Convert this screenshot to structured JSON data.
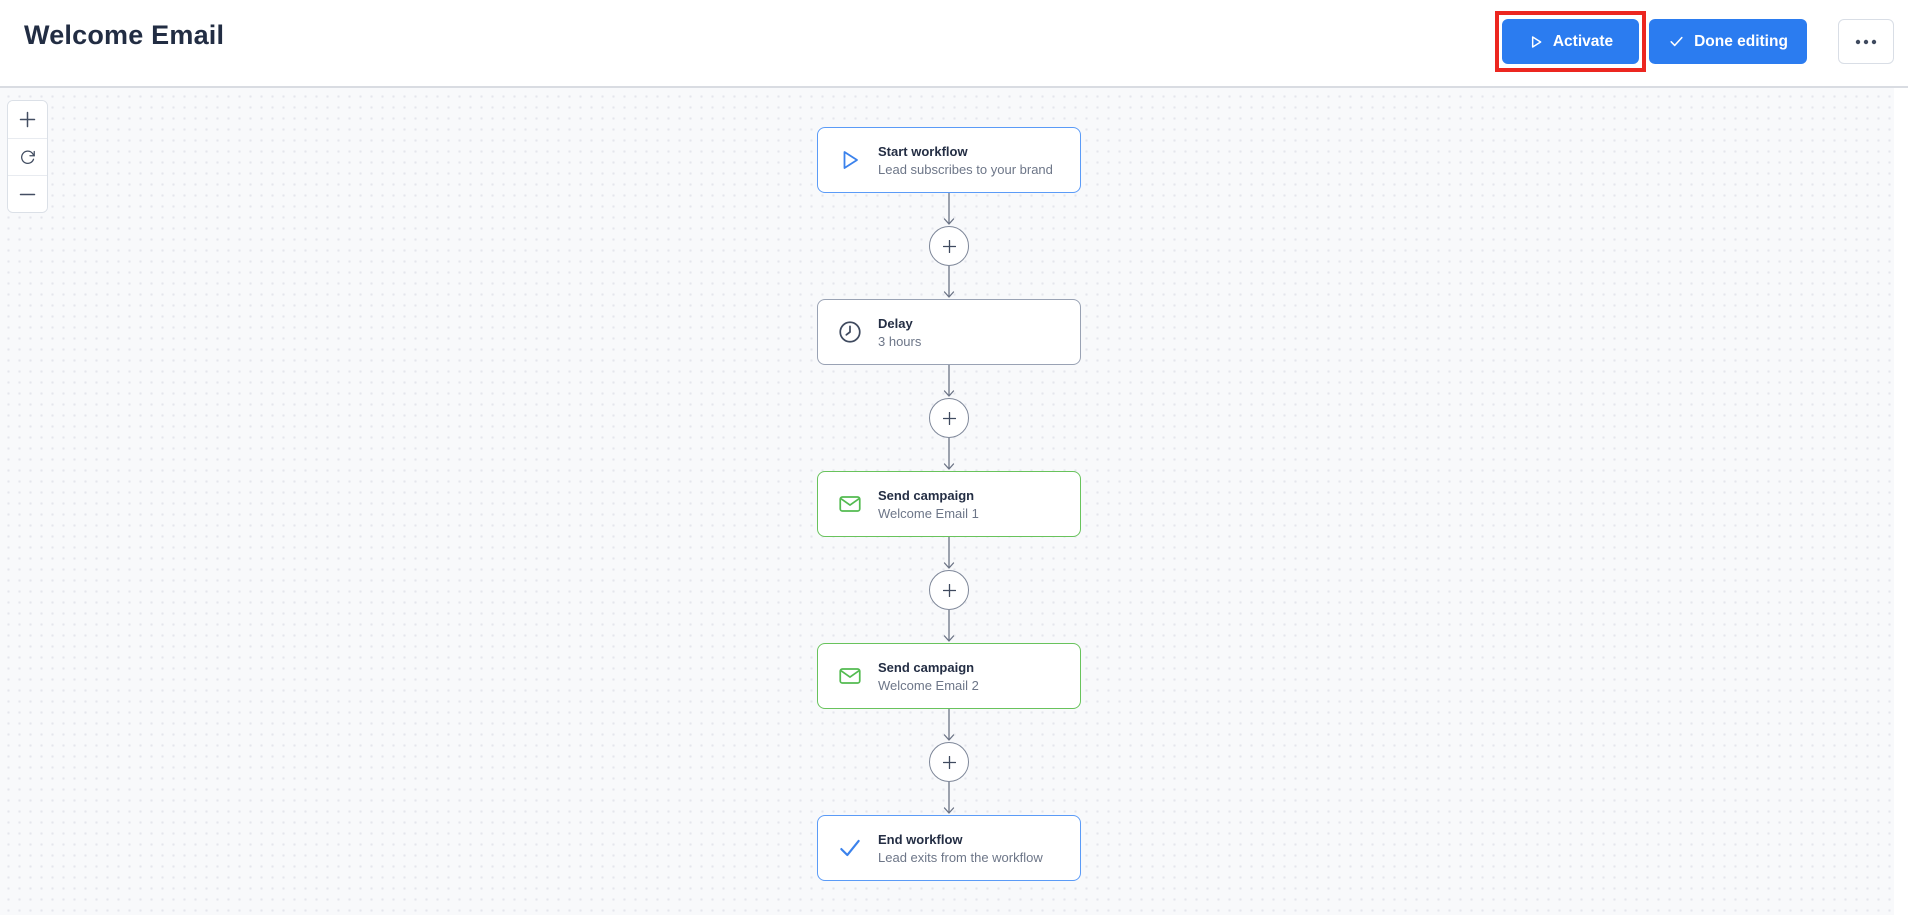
{
  "header": {
    "title": "Welcome Email",
    "buttons": {
      "activate": {
        "label": "Activate",
        "icon": "play-icon"
      },
      "done_editing": {
        "label": "Done editing",
        "icon": "check-icon"
      },
      "more": {
        "icon": "ellipsis-icon"
      }
    }
  },
  "annotation": {
    "shape": "rectangle",
    "color": "#ec2620",
    "highlights": "activate-button"
  },
  "canvas": {
    "zoom_controls": [
      {
        "name": "zoom-in",
        "icon": "plus-icon"
      },
      {
        "name": "reset-view",
        "icon": "rotate-cw-icon"
      },
      {
        "name": "zoom-out",
        "icon": "minus-icon"
      }
    ]
  },
  "workflow": {
    "nodes": [
      {
        "id": "start",
        "icon": "play-icon",
        "accent": "blue",
        "label": "Start workflow",
        "subtitle": "Lead subscribes to your brand"
      },
      {
        "id": "delay",
        "icon": "clock-icon",
        "accent": "gray",
        "label": "Delay",
        "subtitle": "3 hours"
      },
      {
        "id": "campaign1",
        "icon": "envelope-icon",
        "accent": "green",
        "label": "Send campaign",
        "subtitle": "Welcome Email 1"
      },
      {
        "id": "campaign2",
        "icon": "envelope-icon",
        "accent": "green",
        "label": "Send campaign",
        "subtitle": "Welcome Email 2"
      },
      {
        "id": "end",
        "icon": "check-icon",
        "accent": "blue",
        "label": "End workflow",
        "subtitle": "Lead exits from the workflow"
      }
    ],
    "add_step_buttons": 4
  },
  "colors": {
    "primary_blue": "#2b7cf0",
    "annotation_red": "#ec2620",
    "node_border_blue": "#5b9bf7",
    "node_border_gray": "#99a2b4",
    "node_border_green": "#68c35c",
    "icon_blue": "#3b82ec",
    "icon_green": "#53bb50",
    "icon_slate": "#3f4a5f",
    "connector_gray": "#6b7385",
    "canvas_bg": "#f8f9fb",
    "text_dark": "#242e44",
    "text_gray": "#6d7688"
  }
}
